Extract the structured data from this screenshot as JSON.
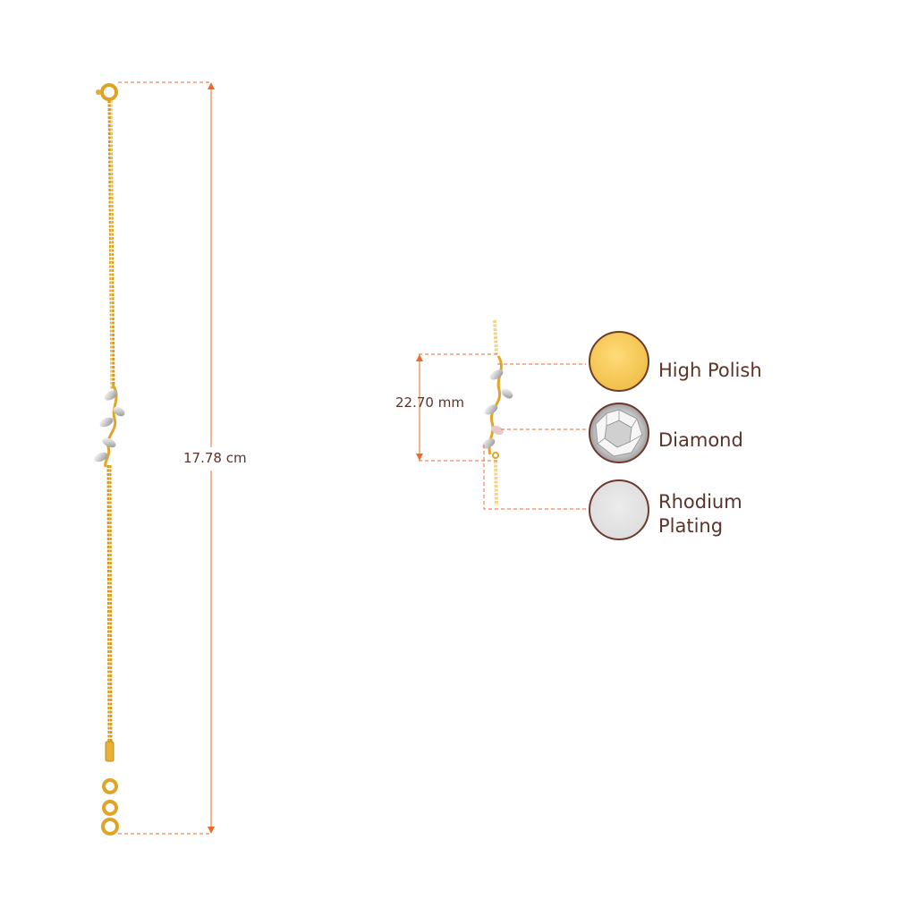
{
  "colors": {
    "dimension_line": "#ee6a2c",
    "gold": "#f4bc3a",
    "gold_dark": "#c98a16",
    "swatch_border": "#6e3a2c",
    "text": "#5a3428"
  },
  "bracelet": {
    "length_label": "17.78 cm"
  },
  "pendant_detail": {
    "height_label": "22.70 mm"
  },
  "legend": [
    {
      "label": "High Polish",
      "swatch": "gold-swatch",
      "fill": "#f5c94f"
    },
    {
      "label": "Diamond",
      "swatch": "diamond-swatch",
      "fill": "#eeeeee"
    },
    {
      "label": "Rhodium Plating",
      "swatch": "rhodium-swatch",
      "fill": "#e6e6e6"
    }
  ]
}
